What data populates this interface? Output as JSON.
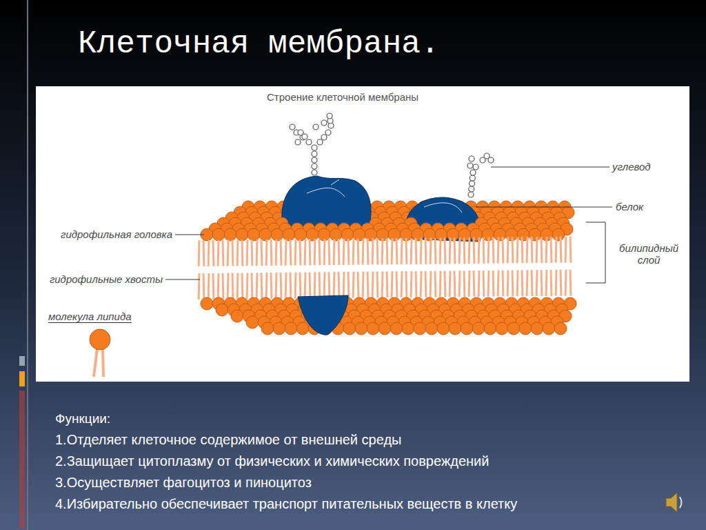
{
  "diagram": {
    "title": "Клеточная мембрана.",
    "labels": [
      "Строение клеточной мембраны",
      "углевод",
      "белок",
      "гидрофильная головка",
      "гидрофильные хвосты",
      "билипидный слой",
      "молекула липида",
      "Функции:",
      "1.Отделяет клеточное содержимое от внешней среды",
      "2.Защищает цитоплазму от физических и химических повреждений",
      "3.Осуществляет фагоцитоз и пиноцитоз",
      "4.Избирательно обеспечивает транспорт питательных веществ в клетку"
    ]
  }
}
